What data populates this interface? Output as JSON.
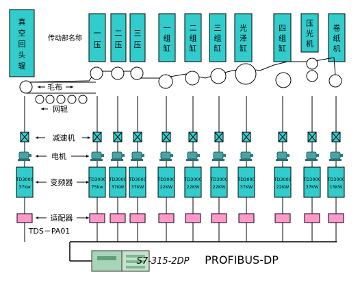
{
  "header_label": "传动部名称",
  "sections": [
    {
      "id": "vacuum",
      "label": "真空回头辊"
    },
    {
      "id": "press1",
      "label": "一压"
    },
    {
      "id": "press2",
      "label": "二压"
    },
    {
      "id": "press3",
      "label": "三压"
    },
    {
      "id": "dryer1",
      "label": "一组缸"
    },
    {
      "id": "dryer2",
      "label": "二组缸"
    },
    {
      "id": "dryer3",
      "label": "三组缸"
    },
    {
      "id": "gloss",
      "label": "光泽缸"
    },
    {
      "id": "dryer4",
      "label": "四组缸"
    },
    {
      "id": "calender",
      "label": "压光机"
    },
    {
      "id": "reel",
      "label": "卷纸机"
    }
  ],
  "drives": [
    {
      "model": "TD3000",
      "power": "37kw"
    },
    {
      "model": "TD3000",
      "power": "75kw"
    },
    {
      "model": "TD3000",
      "power": "37KW"
    },
    {
      "model": "TD3000",
      "power": "37KW"
    },
    {
      "model": "TD3000",
      "power": "22KW"
    },
    {
      "model": "TD3000",
      "power": "22KW"
    },
    {
      "model": "TD3000",
      "power": "22KW"
    },
    {
      "model": "TD3000",
      "power": "37KW"
    },
    {
      "model": "TD3000",
      "power": "22KW"
    },
    {
      "model": "TD3000",
      "power": "37KW"
    },
    {
      "model": "TD3000",
      "power": "15KW"
    }
  ],
  "labels": {
    "felt": "毛布",
    "wire_roll": "网辊",
    "reducer": "减速机",
    "motor": "电机",
    "inverter": "变频器",
    "adapter": "适配器",
    "adapter_model": "TDS－PA01",
    "plc_model": "S7-315-2DP",
    "bus": "PROFIBUS-DP"
  },
  "colors": {
    "section_fill": "#33cccc",
    "inverter_fill": "#33cccc",
    "reducer_fill": "#33cccc",
    "adapter_fill": "#ff99cc",
    "roll_fill": "#ffffff",
    "motor_fill": "#4aa3a3",
    "plc_fill": "#a8d4b8"
  }
}
